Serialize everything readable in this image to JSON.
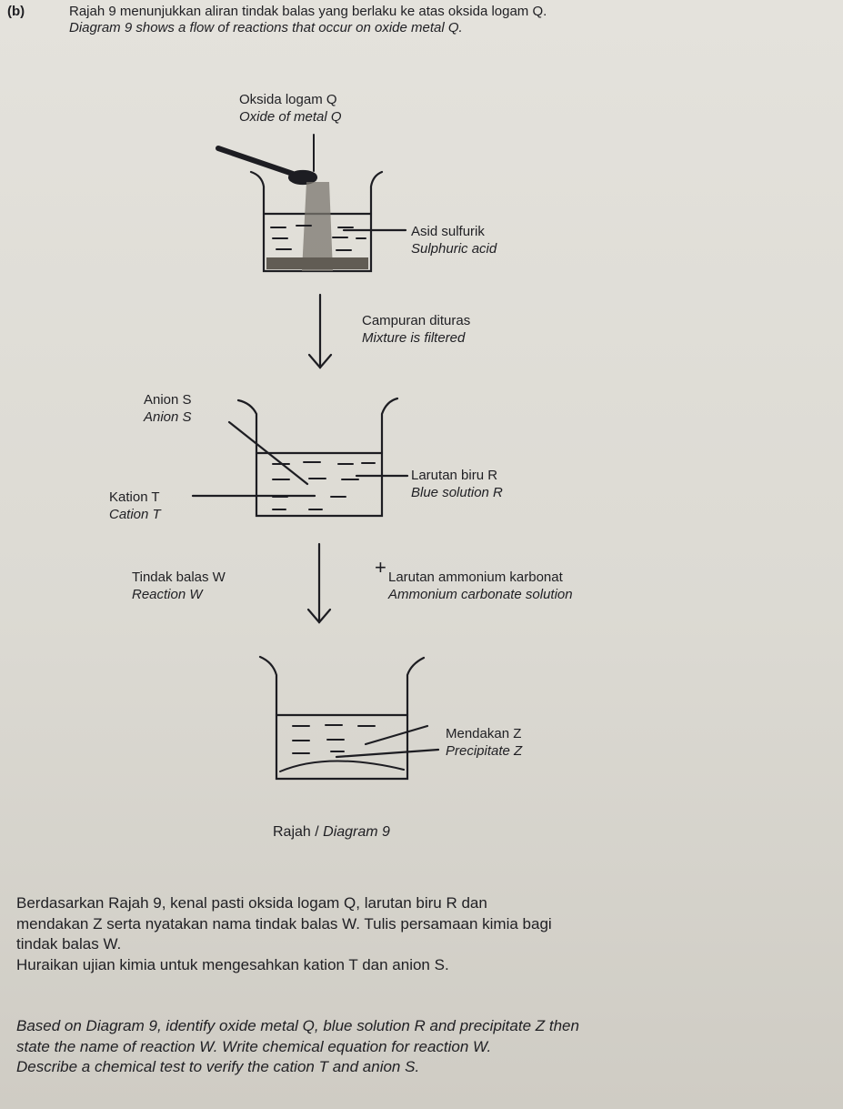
{
  "question": {
    "label": "(b)",
    "text_ms": "Rajah 9 menunjukkan aliran tindak balas yang berlaku ke atas oksida logam Q.",
    "text_en": "Diagram 9 shows a flow of reactions that occur on oxide metal Q."
  },
  "diagram": {
    "oxide": {
      "ms": "Oksida logam Q",
      "en": "Oxide of metal Q"
    },
    "acid": {
      "ms": "Asid sulfurik",
      "en": "Sulphuric acid"
    },
    "filter_step": {
      "ms": "Campuran dituras",
      "en": "Mixture is filtered"
    },
    "anion": {
      "ms": "Anion S",
      "en": "Anion S"
    },
    "cation": {
      "ms": "Kation T",
      "en": "Cation T"
    },
    "solution": {
      "ms": "Larutan biru R",
      "en": "Blue solution R"
    },
    "reaction": {
      "ms": "Tindak balas W",
      "en": "Reaction W"
    },
    "plus": "+",
    "reagent": {
      "ms": "Larutan ammonium karbonat",
      "en": "Ammonium carbonate solution"
    },
    "precipitate": {
      "ms": "Mendakan Z",
      "en": "Precipitate Z"
    },
    "caption": {
      "ms": "Rajah / ",
      "en": "Diagram 9"
    }
  },
  "instructions": {
    "ms": [
      "Berdasarkan Rajah 9, kenal pasti oksida logam Q, larutan biru R dan",
      "mendakan Z serta nyatakan nama tindak balas W. Tulis persamaan kimia bagi",
      "tindak balas W.",
      "Huraikan ujian kimia untuk mengesahkan kation T dan anion S."
    ],
    "en": [
      "Based on Diagram 9, identify oxide metal Q, blue solution R and precipitate Z then",
      "state the name of reaction W. Write chemical equation for reaction W.",
      "Describe a chemical test to verify the cation T and anion S."
    ]
  }
}
